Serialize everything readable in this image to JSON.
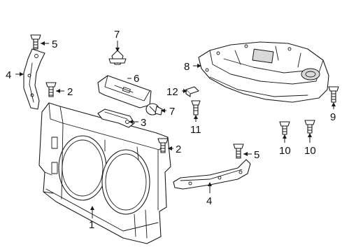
{
  "callouts": {
    "c1": "1",
    "c2a": "2",
    "c2b": "2",
    "c3": "3",
    "c4a": "4",
    "c4b": "4",
    "c5a": "5",
    "c5b": "5",
    "c6": "6",
    "c7a": "7",
    "c7b": "7",
    "c8": "8",
    "c9": "9",
    "c10a": "10",
    "c10b": "10",
    "c11": "11",
    "c12": "12"
  }
}
